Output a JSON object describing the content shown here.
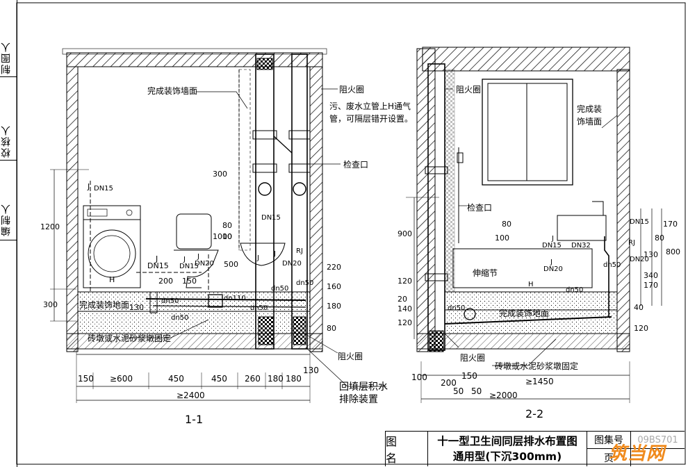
{
  "side_labels": [
    "制图人",
    "校核人",
    "编制人"
  ],
  "section_1": {
    "caption": "1-1",
    "callouts": {
      "finished_wall": "完成装饰墙面",
      "fire_ring_top": "阻火圈",
      "stack_note_line1": "污、废水立管上H通气",
      "stack_note_line2": "管，可隔层错开设置。",
      "inspection": "检查口",
      "finished_floor": "完成装饰地面",
      "brick_pier": "砖墩或水泥砂浆墩固定",
      "fire_ring_bottom": "阻火圈",
      "drain_device_line1": "回填层积水",
      "drain_device_line2": "排除装置"
    },
    "pipe_labels": [
      "J",
      "DN15",
      "J",
      "DN15",
      "H",
      "J",
      "DN15",
      "J",
      "DN20",
      "DN15",
      "J",
      "DN20",
      "RJ",
      "J",
      "dn50",
      "dn50",
      "dn110",
      "dn50",
      "dn50",
      "dn50"
    ],
    "vertical_dims": [
      "1200",
      "300",
      "300",
      "1000",
      "80",
      "10",
      "500",
      "220",
      "200",
      "150",
      "130",
      "160",
      "180",
      "80"
    ],
    "horizontal_dims": [
      "150",
      "≥600",
      "450",
      "450",
      "260",
      "180",
      "180",
      "130"
    ],
    "total_dim": "≥2400"
  },
  "section_2": {
    "caption": "2-2",
    "callouts": {
      "fire_ring_top": "阻火圈",
      "finished_wall_line1": "完成装",
      "finished_wall_line2": "饰墙面",
      "inspection": "检查口",
      "expansion": "伸缩节",
      "finished_floor": "完成装饰地面",
      "fire_ring_bottom": "阻火圈",
      "brick_pier": "砖墩或水泥砂浆墩固定"
    },
    "pipe_labels": [
      "J",
      "DN15",
      "DN15",
      "DN32",
      "J",
      "DN20",
      "RJ",
      "DN20",
      "dn50",
      "H",
      "dn50",
      "dn50"
    ],
    "vertical_dims": [
      "900",
      "120",
      "20",
      "140",
      "120",
      "100",
      "80",
      "170",
      "80",
      "130",
      "800",
      "340",
      "170",
      "40",
      "120"
    ],
    "horizontal_dims": [
      "100",
      "200",
      "150",
      "50",
      "50",
      "≥1450"
    ],
    "total_dim": "≥2000"
  },
  "title_block": {
    "name_label": "图 名",
    "title_line1": "十一型卫生间同层排水布置图",
    "title_line2": "通用型(下沉300mm)",
    "atlas_label": "图集号",
    "atlas_number": "09BS701",
    "page_label": "页"
  },
  "watermark": "筑当网"
}
